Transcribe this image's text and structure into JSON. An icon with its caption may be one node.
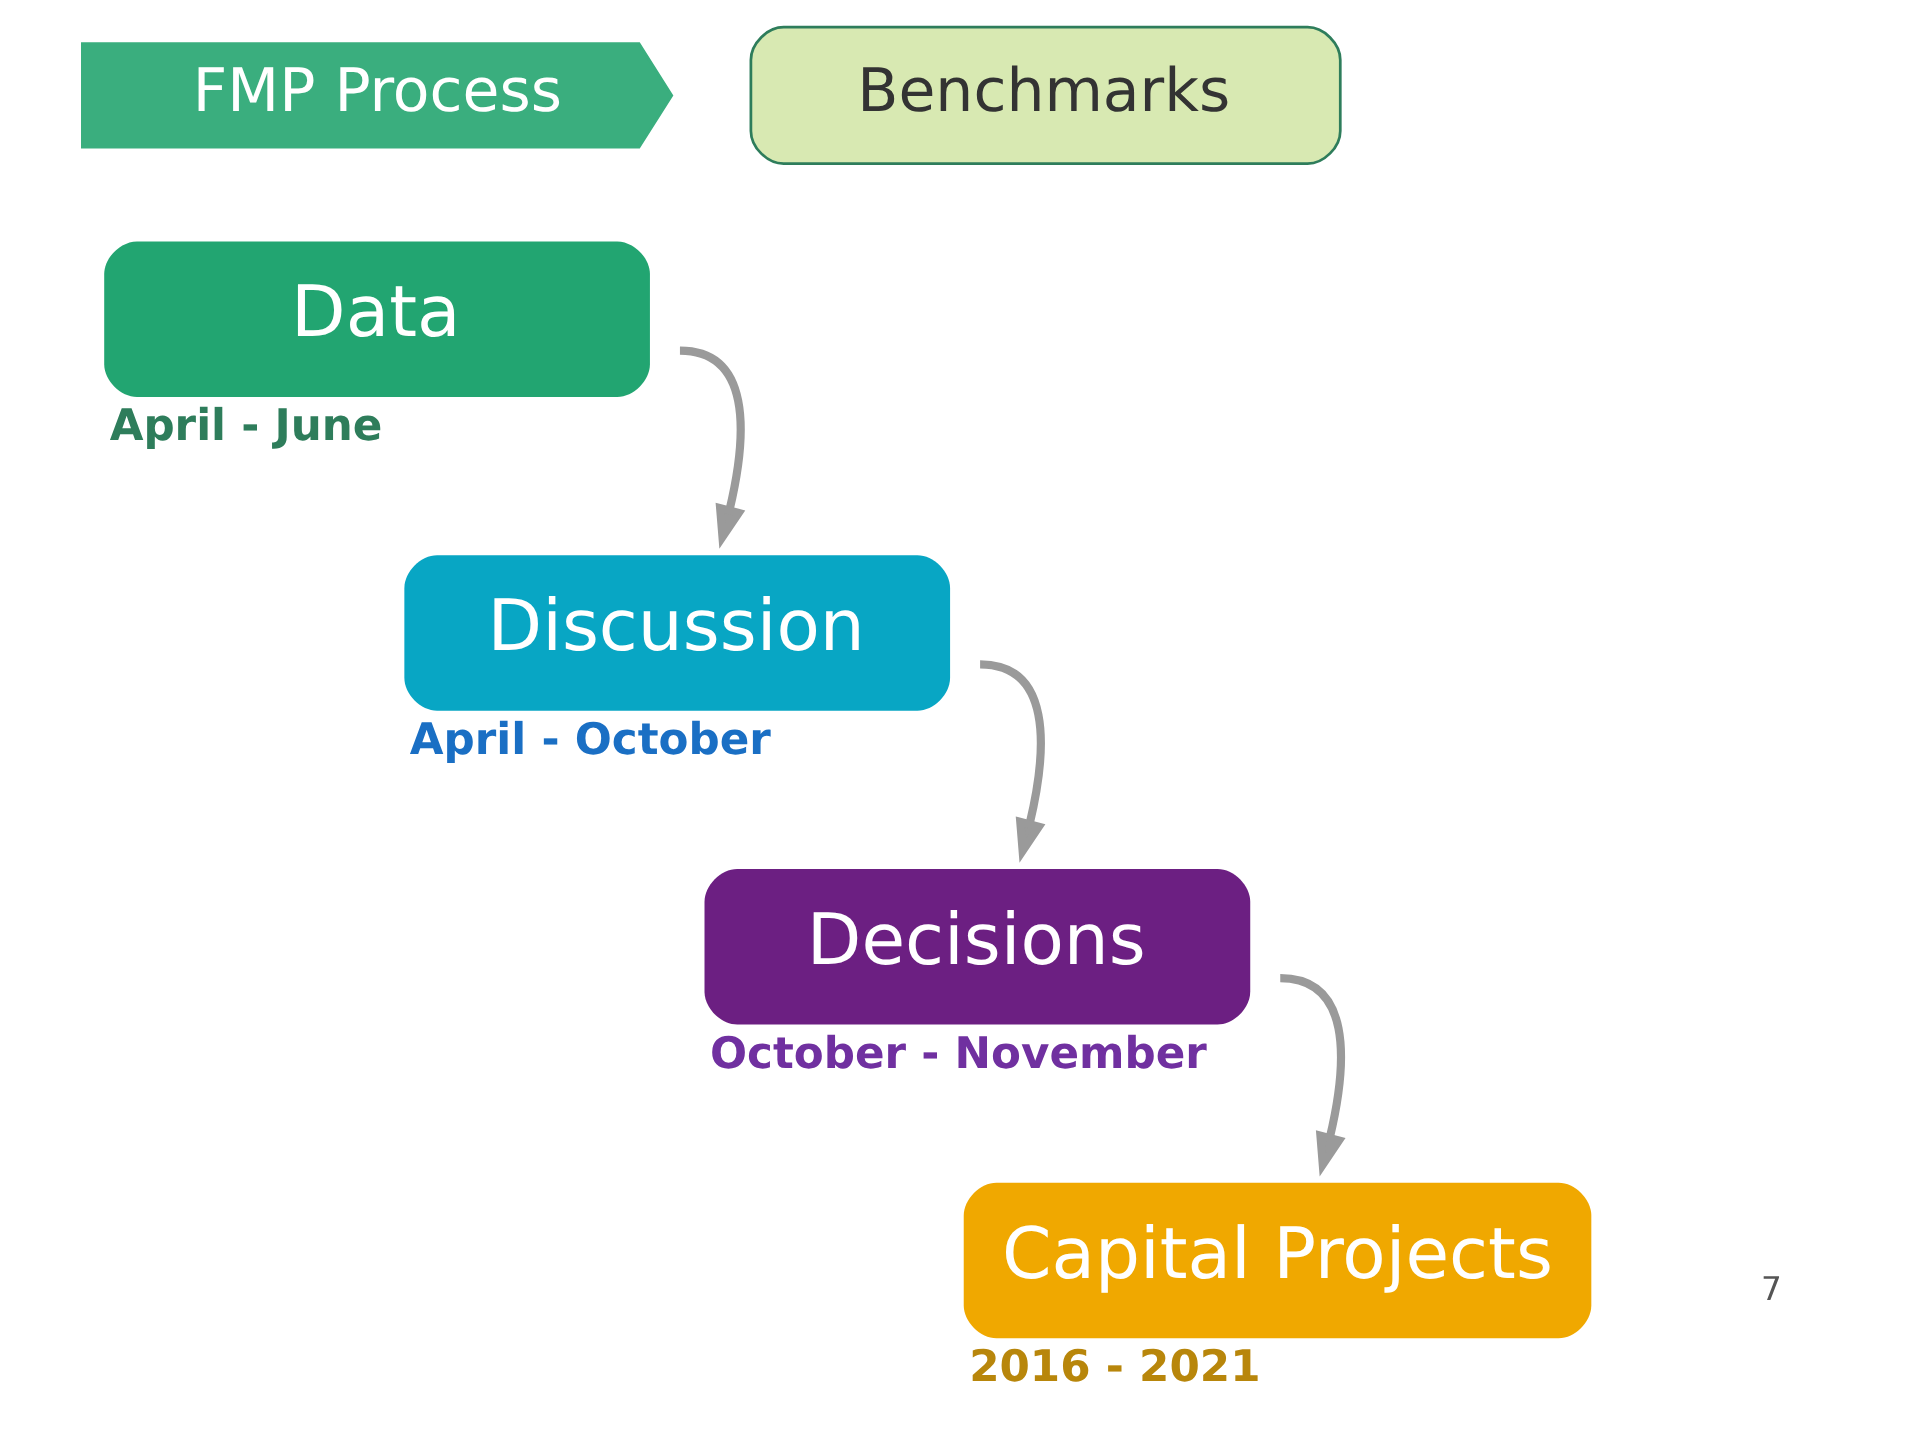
{
  "diagram": {
    "nodes": [
      {
        "text": [
          "FMP Process"
        ]
      },
      {
        "text": [
          "Benchmarks"
        ]
      },
      {
        "text": [
          "Data"
        ],
        "beside": [
          "April - June"
        ]
      },
      {
        "text": [
          "Discussion"
        ],
        "beside": [
          "April - October"
        ]
      },
      {
        "text": [
          "Decisions"
        ],
        "beside": [
          "October - November"
        ]
      },
      {
        "text": [
          "Capital Projects"
        ],
        "beside": [
          "2016 - 2021"
        ]
      }
    ],
    "edges": [
      {
        "from": 2,
        "to": 3,
        "arrow": "to"
      },
      {
        "from": 3,
        "to": 4,
        "arrow": "to"
      },
      {
        "from": 4,
        "to": 5,
        "arrow": "to"
      }
    ],
    "labels": [
      "7"
    ]
  }
}
